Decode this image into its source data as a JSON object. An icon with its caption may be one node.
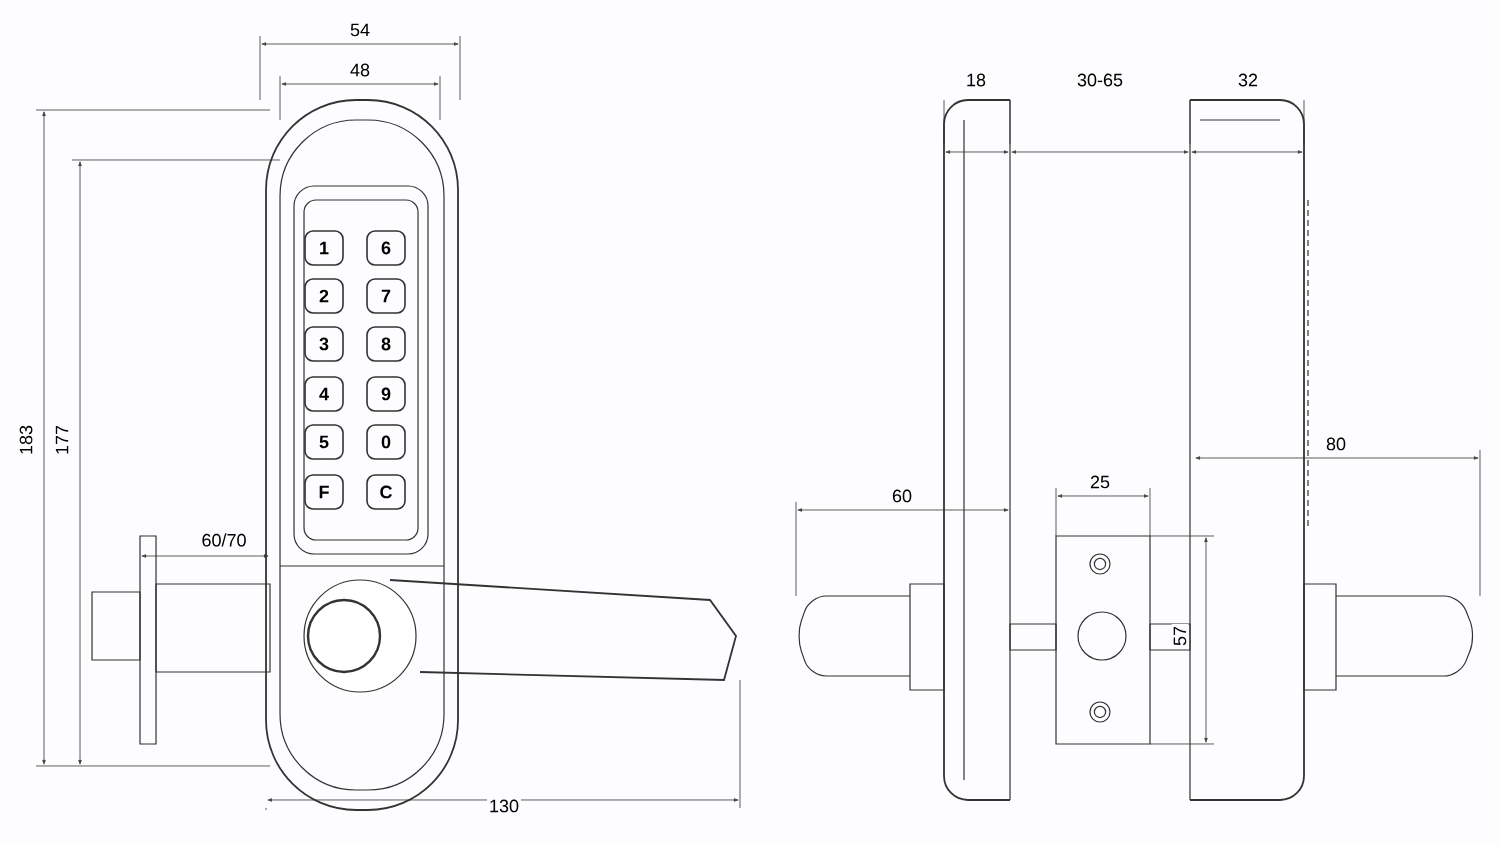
{
  "diagram": {
    "nodes": [
      {
        "text": [
          "1"
        ]
      },
      {
        "text": [
          "6"
        ]
      },
      {
        "text": [
          "2"
        ]
      },
      {
        "text": [
          "7"
        ]
      },
      {
        "text": [
          "3"
        ]
      },
      {
        "text": [
          "8"
        ]
      },
      {
        "text": [
          "4"
        ]
      },
      {
        "text": [
          "9"
        ]
      },
      {
        "text": [
          "5"
        ]
      },
      {
        "text": [
          "0"
        ]
      },
      {
        "text": [
          "F"
        ]
      },
      {
        "text": [
          "C"
        ]
      }
    ],
    "labels": [
      "54",
      "48",
      "18",
      "30-65",
      "32",
      "183",
      "177",
      "80",
      "60",
      "25",
      "60/70",
      "57",
      "130"
    ]
  }
}
